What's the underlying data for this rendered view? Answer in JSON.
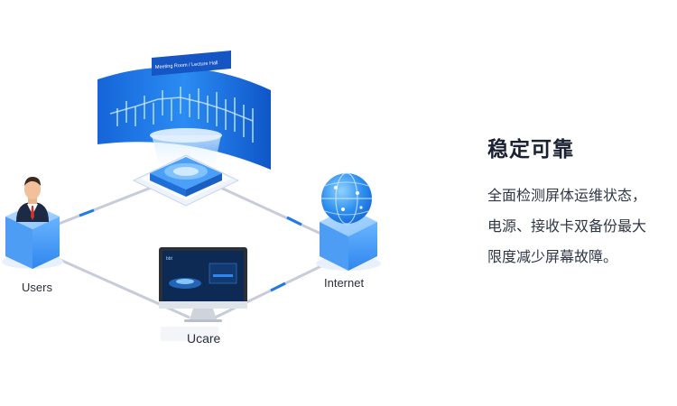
{
  "diagram": {
    "screen_banner": "Meeting Room / Lecture Hall",
    "nodes": {
      "users": "Users",
      "internet": "Internet",
      "ucare": "Ucare"
    },
    "monitor_text": "bbt"
  },
  "panel": {
    "title": "稳定可靠",
    "lines": [
      "全面检测屏体运维状态，",
      "电源、接收卡双备份最大",
      "限度减少屏幕故障。"
    ]
  },
  "colors": {
    "accent_blue": "#1f7ae8",
    "light_blue": "#8fc6ff",
    "line_gray": "#c7ccda",
    "text_dark": "#1a2133"
  },
  "icons": {
    "users": "businessman-avatar-icon",
    "internet": "globe-icon",
    "ucare": "desktop-monitor-icon",
    "screen": "curved-led-screen-icon"
  }
}
